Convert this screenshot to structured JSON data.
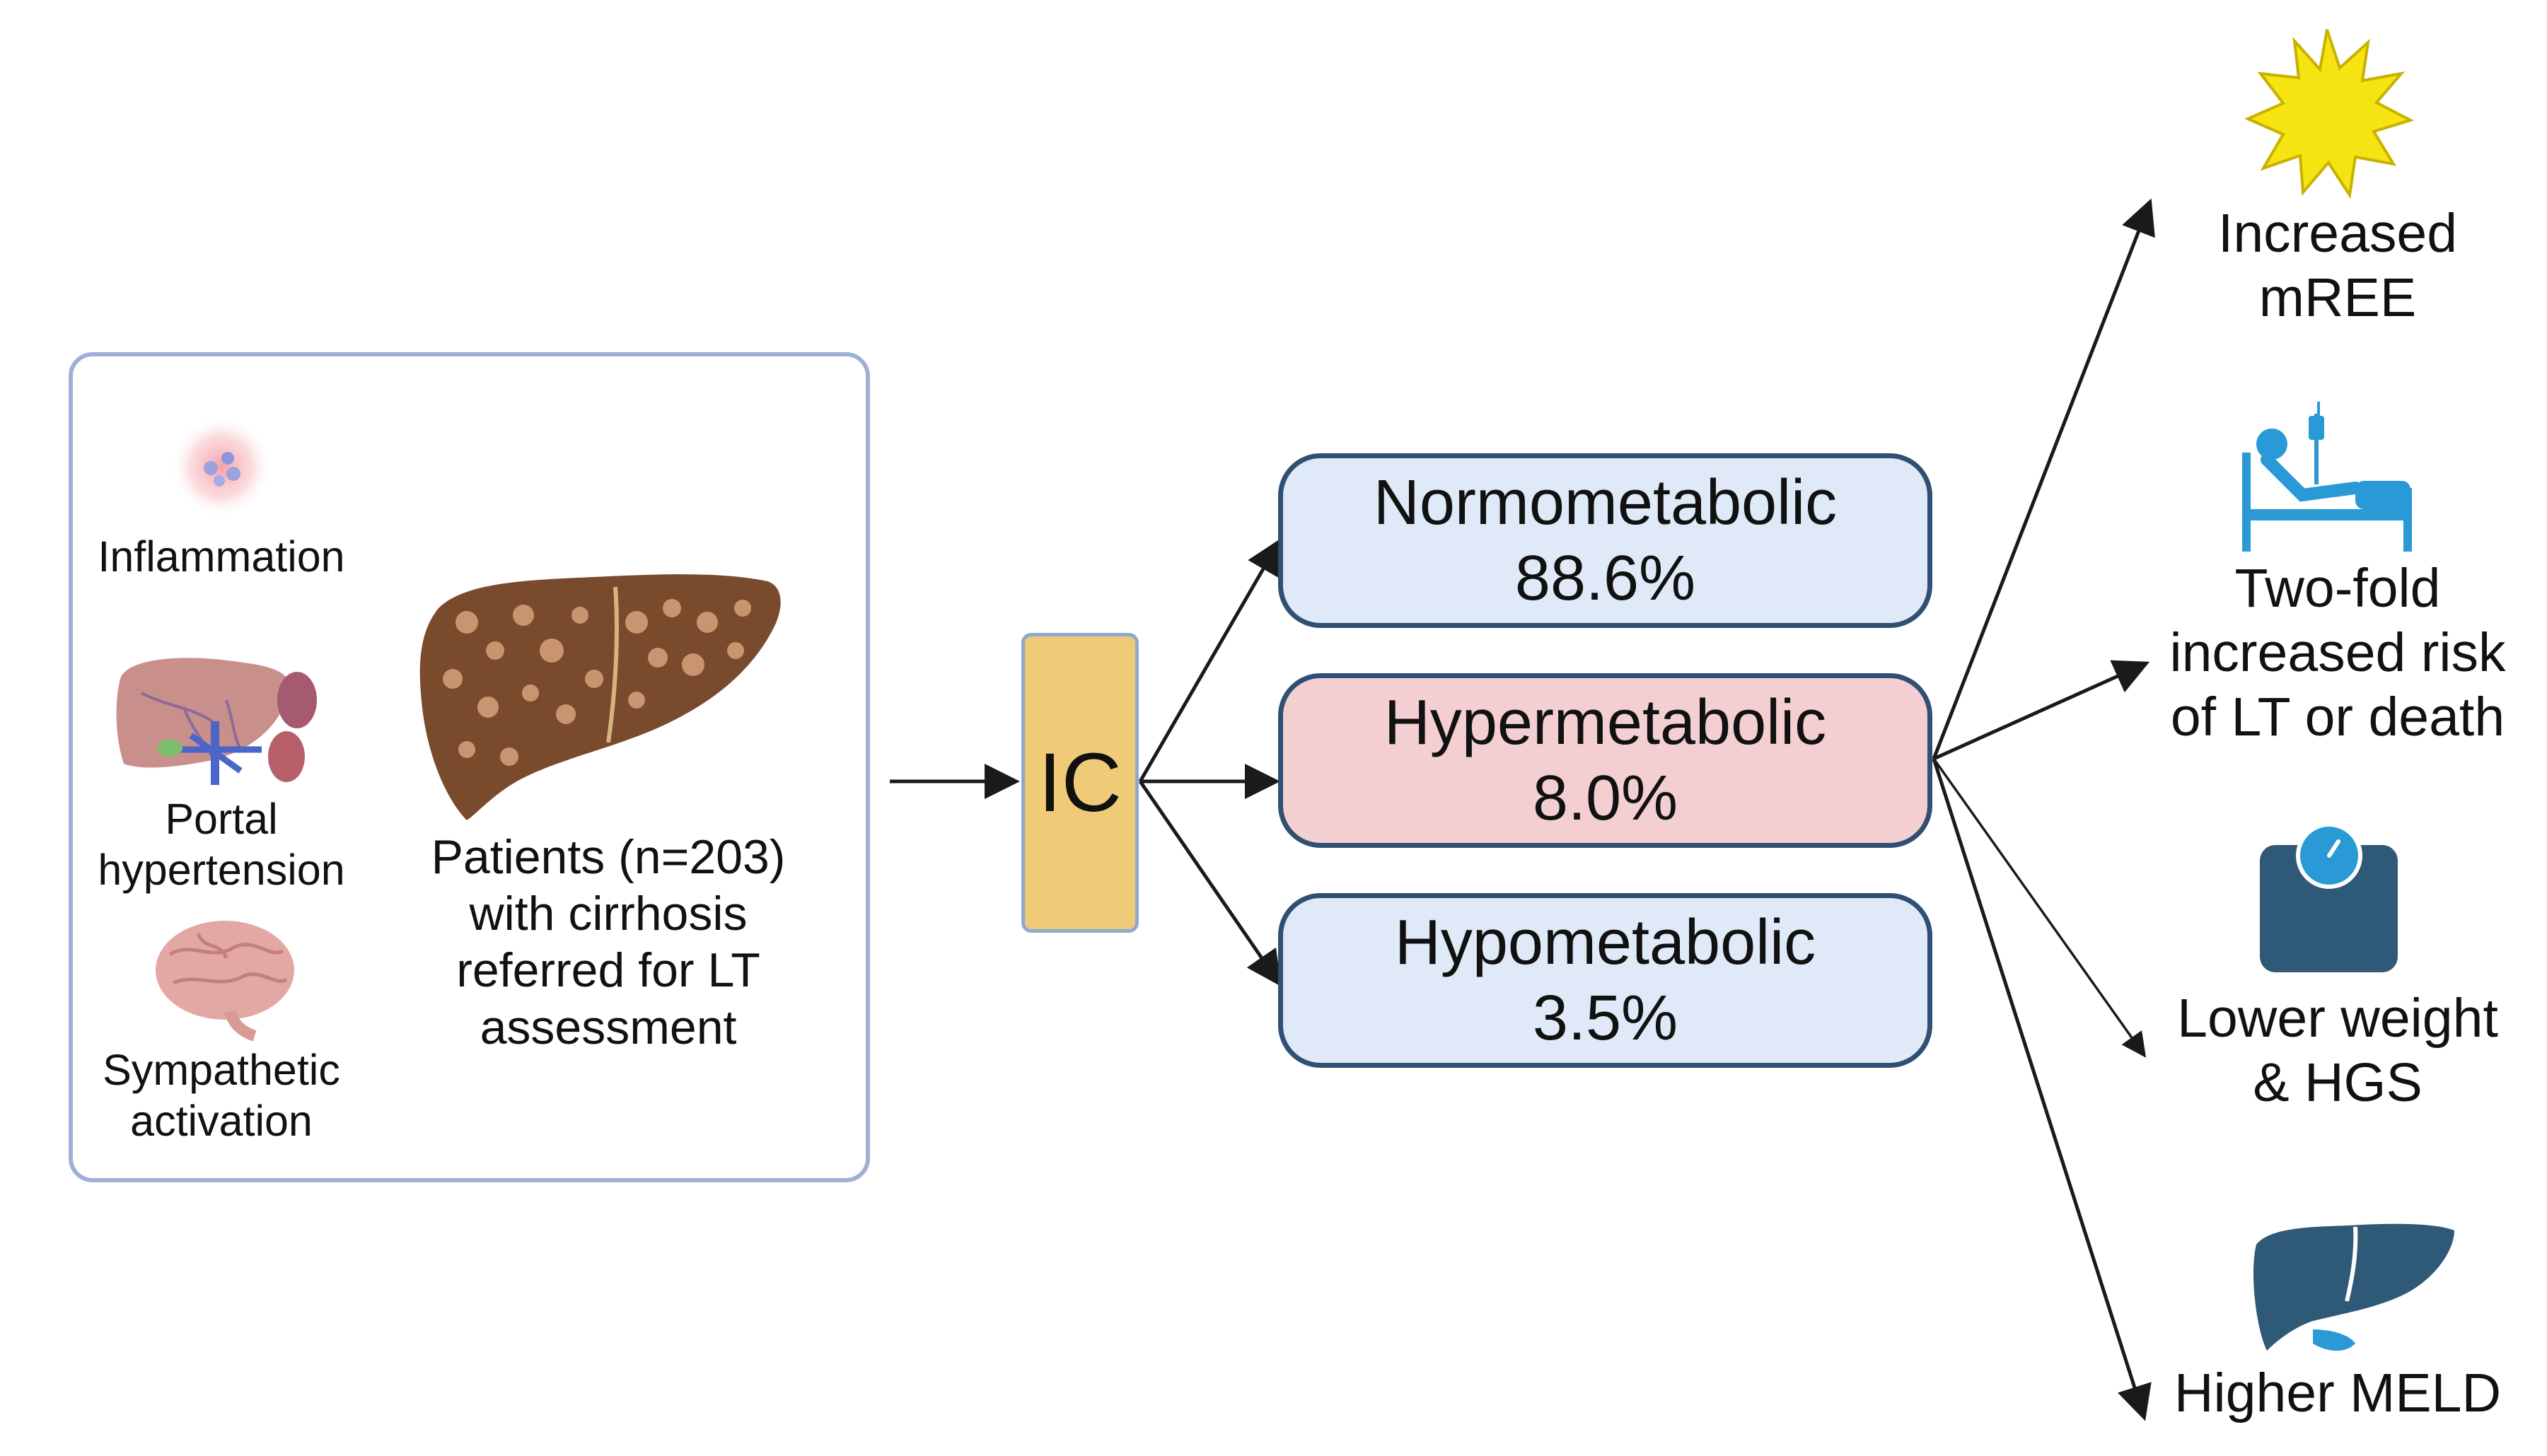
{
  "left_panel": {
    "inflammation": "Inflammation",
    "portal_1": "Portal",
    "portal_2": "hypertension",
    "sympathetic_1": "Sympathetic",
    "sympathetic_2": "activation",
    "patients": [
      "Patients (n=203)",
      "with cirrhosis",
      "referred for LT",
      "assessment"
    ]
  },
  "ic_label": "IC",
  "states": [
    {
      "name": "Normometabolic",
      "value": "88.6%",
      "fill": "#dfe9f8"
    },
    {
      "name": "Hypermetabolic",
      "value": "8.0%",
      "fill": "#f3cfd1"
    },
    {
      "name": "Hypometabolic",
      "value": "3.5%",
      "fill": "#dfe9f8"
    }
  ],
  "outcomes": [
    {
      "lines": [
        "Increased",
        "mREE"
      ],
      "icon": "sun-burst-icon"
    },
    {
      "lines": [
        "Two-fold",
        "increased risk",
        "of LT or death"
      ],
      "icon": "hospital-bed-icon"
    },
    {
      "lines": [
        "Lower weight",
        "& HGS"
      ],
      "icon": "weighing-scale-icon"
    },
    {
      "lines": [
        "Higher MELD"
      ],
      "icon": "liver-icon"
    }
  ],
  "colors": {
    "box_border": "#2f4f73",
    "panel_border": "#9fb0d8",
    "ic_fill": "#efcb78",
    "icon_dark": "#2f5a77",
    "icon_light": "#2a9ad6",
    "sun": "#f6e312"
  }
}
